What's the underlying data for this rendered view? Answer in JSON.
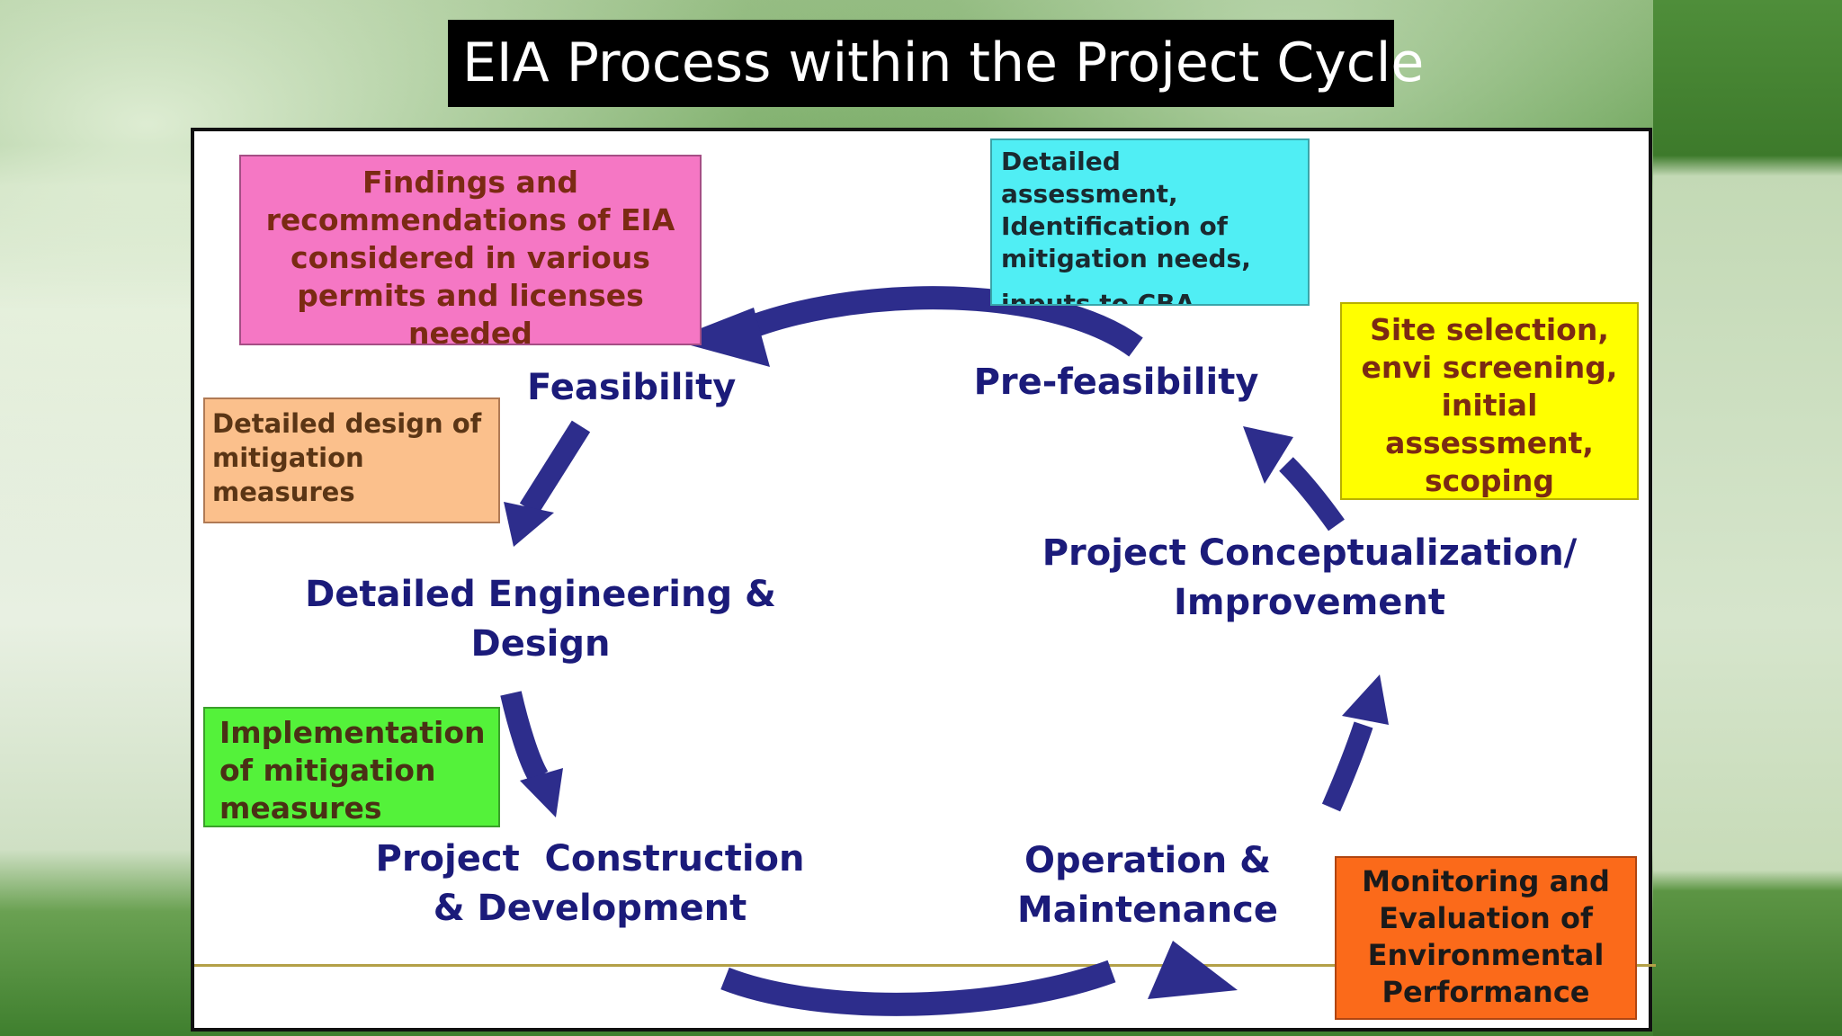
{
  "title": "EIA Process within the Project Cycle",
  "stages": {
    "feasibility": "Feasibility",
    "pre_feasibility": "Pre-feasibility",
    "conceptualization": [
      "Project Conceptualization/",
      "Improvement"
    ],
    "engineering": [
      "Detailed Engineering &",
      "Design"
    ],
    "construction": [
      "Project  Construction",
      "& Development"
    ],
    "operation": [
      "Operation &",
      "Maintenance"
    ]
  },
  "notes": {
    "findings": [
      "Findings and",
      "recommendations of EIA",
      "considered in various",
      "permits and licenses",
      "needed"
    ],
    "detailed_assessment": [
      "Detailed assessment,",
      "Identification  of",
      "mitigation  needs,",
      "inputs to CBA"
    ],
    "site_selection": [
      "Site selection,",
      "envi screening,",
      "initial",
      "assessment,",
      "scoping"
    ],
    "detailed_design": [
      "Detailed  design  of",
      "mitigation",
      "measures"
    ],
    "implementation": [
      "Implementation",
      "of mitigation",
      "measures"
    ],
    "monitoring": [
      "Monitoring and",
      "Evaluation of",
      "Environmental",
      "Performance"
    ]
  },
  "colors": {
    "arrow": "#2d2d8c",
    "stage_text": "#1b1b7a",
    "pink": "#f577c4",
    "cyan": "#50eef4",
    "yellow": "#ffff00",
    "peach": "#fbc08c",
    "green": "#54f23a",
    "orange": "#fb6a1a"
  }
}
